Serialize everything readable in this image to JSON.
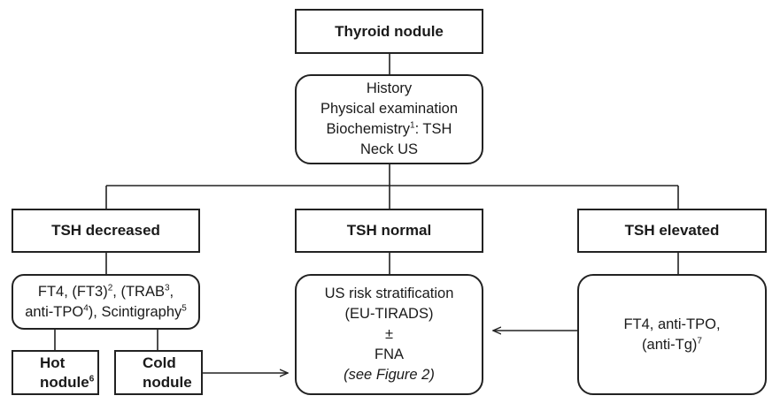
{
  "nodes": {
    "start": {
      "label": "Thyroid nodule"
    },
    "workup": {
      "lines": [
        "History",
        "Physical examination",
        "Biochemistry",
        "1",
        ": TSH",
        "Neck US"
      ]
    },
    "tsh_decreased": {
      "label": "TSH decreased"
    },
    "tsh_normal": {
      "label": "TSH normal"
    },
    "tsh_elevated": {
      "label": "TSH elevated"
    },
    "decreased_tests": {
      "l1a": "FT4, (FT3)",
      "l1b": "2",
      "l1c": ", (TRAB",
      "l1d": "3",
      "l1e": ",",
      "l2a": "anti-TPO",
      "l2b": "4",
      "l2c": "), Scintigraphy",
      "l2d": "5"
    },
    "normal_steps": {
      "l1": "US risk stratification",
      "l2": "(EU-TIRADS)",
      "l3": "±",
      "l4": "FNA",
      "l5": "(see Figure 2)"
    },
    "elevated_tests": {
      "l1": "FT4, anti-TPO,",
      "l2a": "(anti-Tg)",
      "l2b": "7"
    },
    "hot_nodule": {
      "l1": "Hot",
      "l2": "nodule",
      "l2sup": "6"
    },
    "cold_nodule": {
      "l1": "Cold",
      "l2": "nodule"
    }
  },
  "colors": {
    "stroke": "#222222",
    "background": "#ffffff"
  }
}
